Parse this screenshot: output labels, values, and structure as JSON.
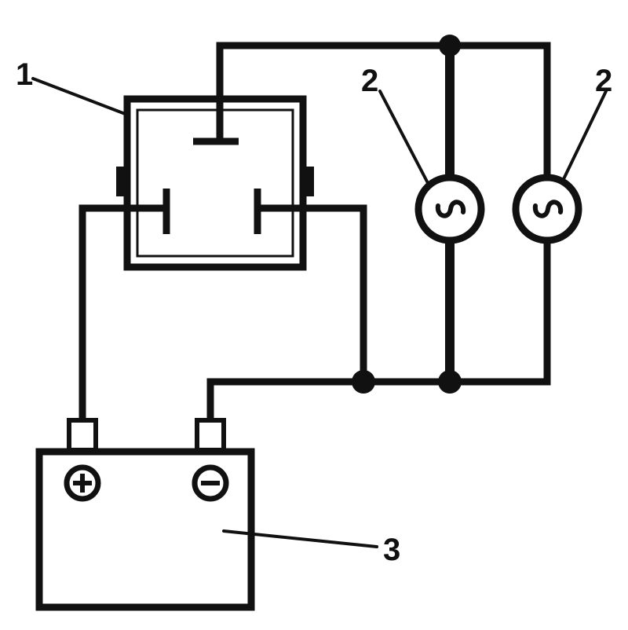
{
  "callouts": {
    "relay": "1",
    "lamp_left": "2",
    "lamp_right": "2",
    "battery": "3"
  },
  "colors": {
    "line": "#111111",
    "background": "#ffffff"
  }
}
